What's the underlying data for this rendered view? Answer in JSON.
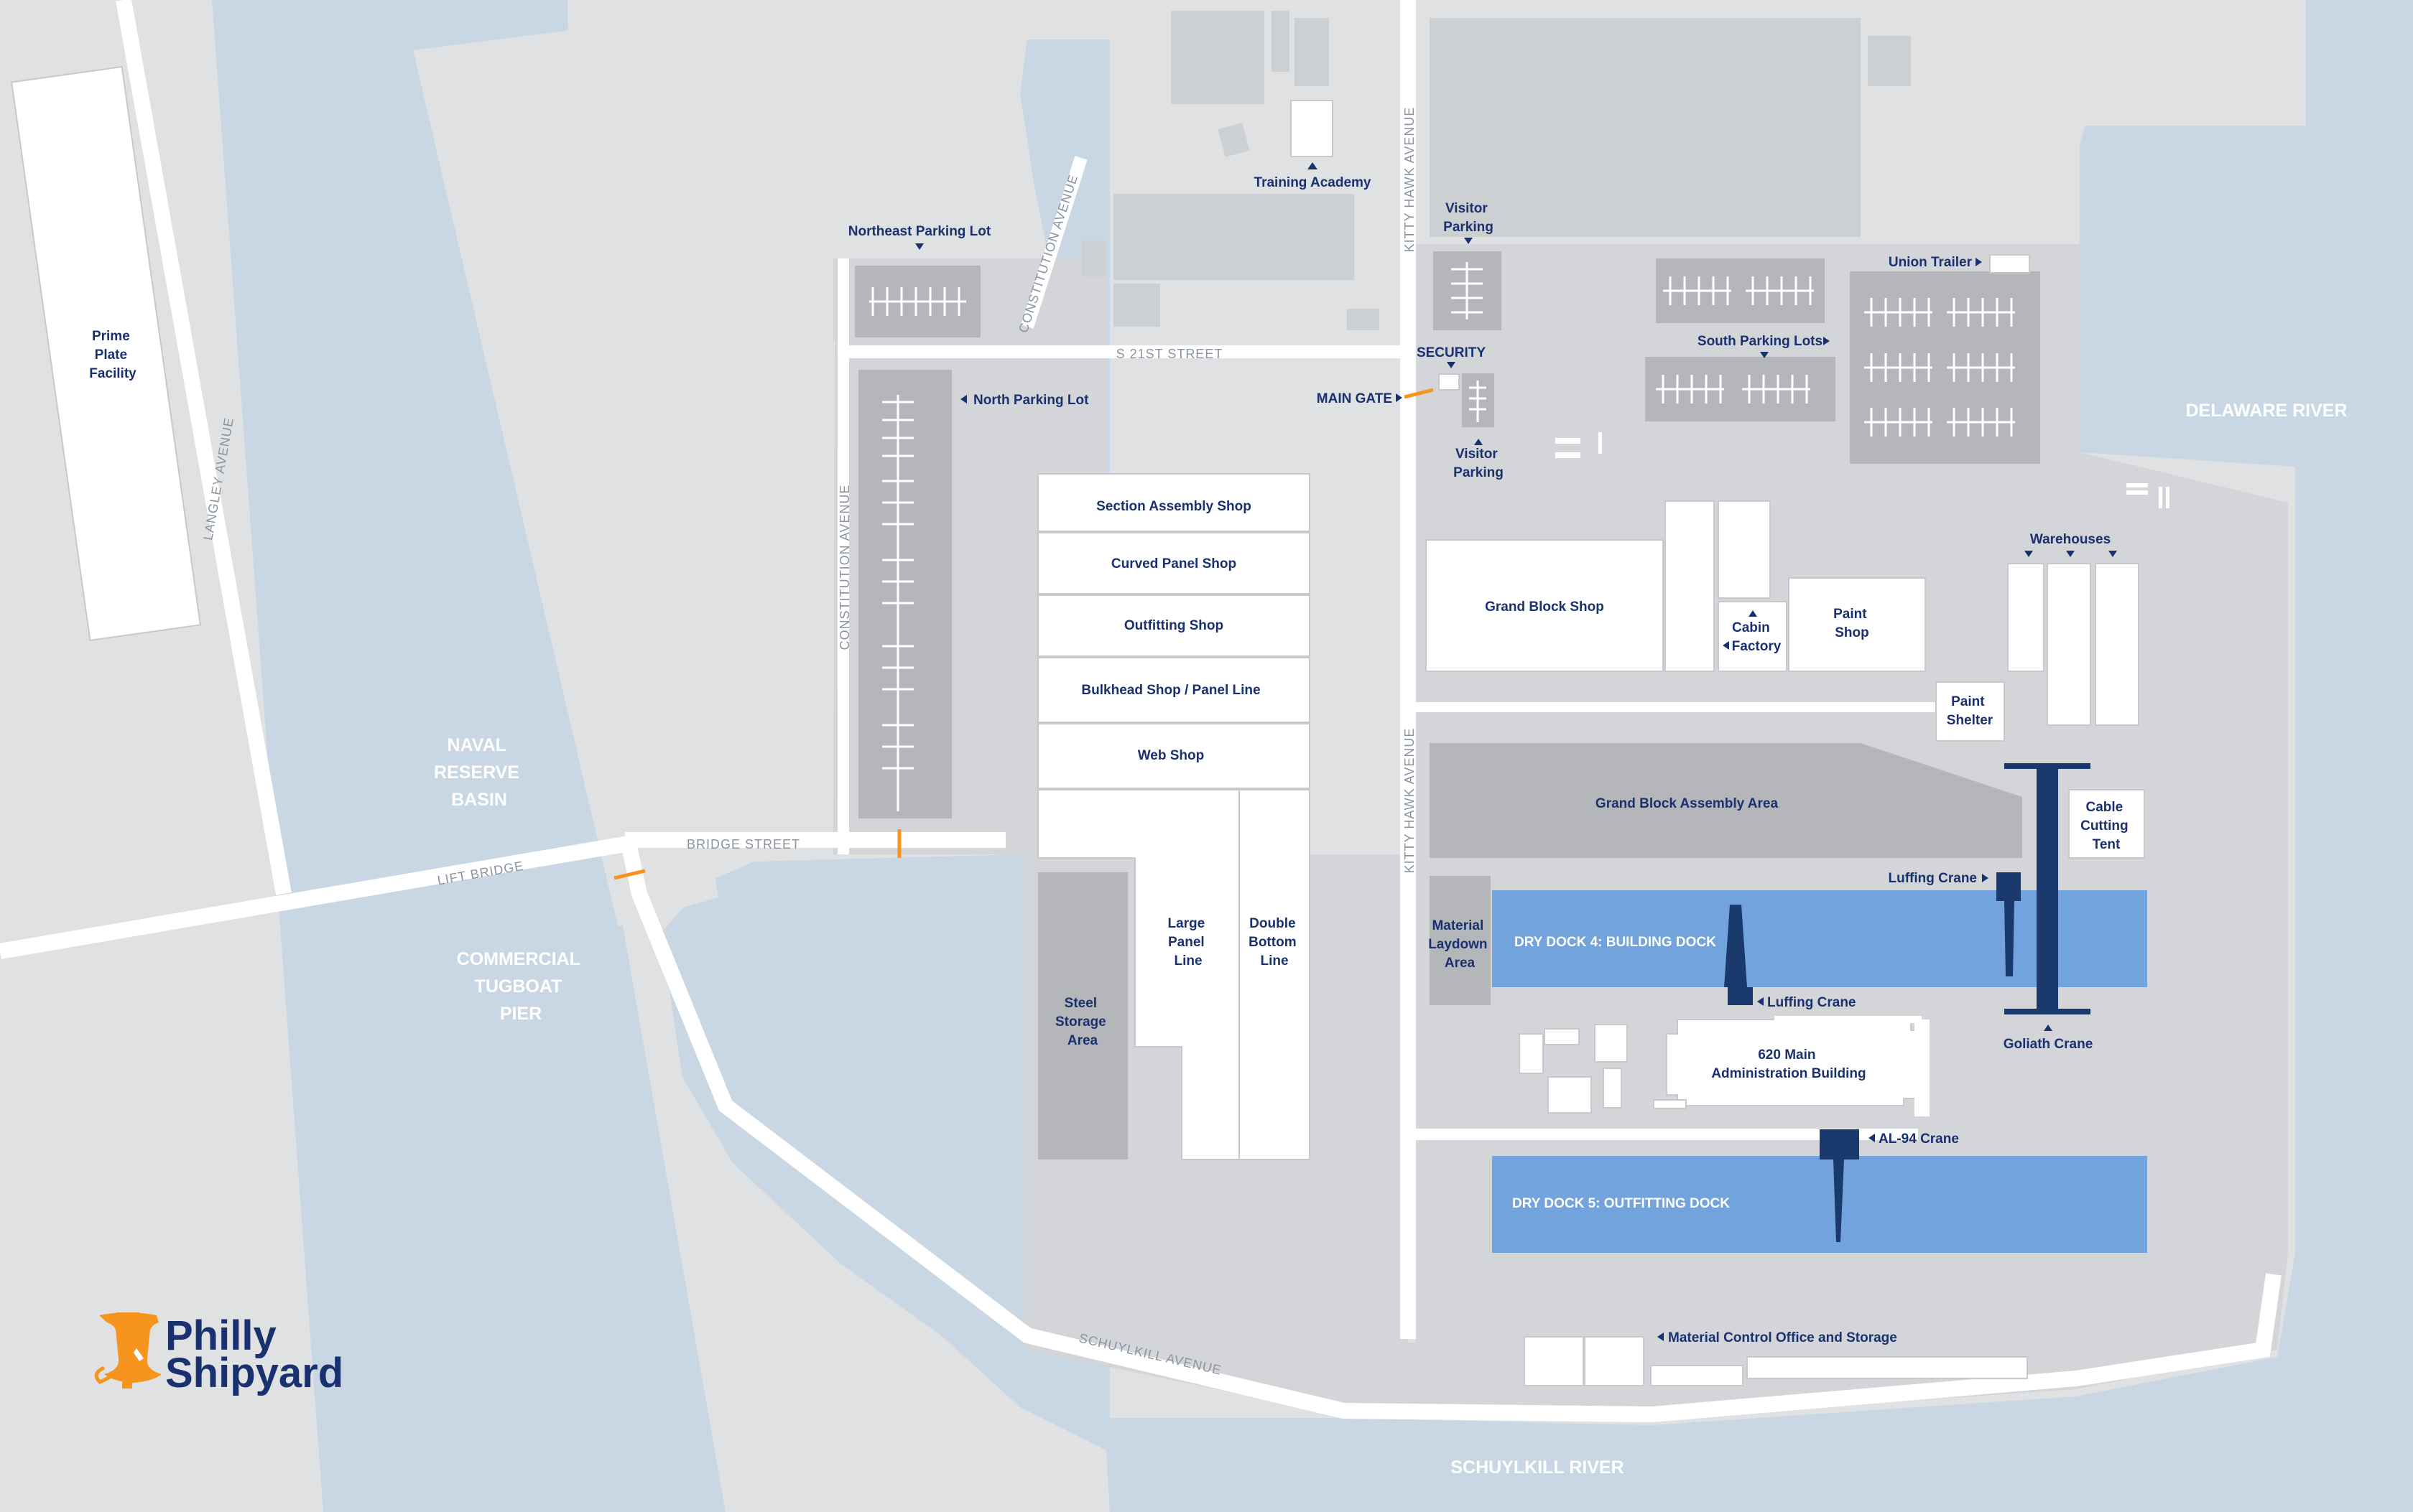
{
  "logo": {
    "line1": "Philly",
    "line2": "Shipyard",
    "icon": "liberty-bell-icon",
    "icon_color": "#f7941d"
  },
  "colors": {
    "water": "#c9d7e4",
    "land": "#dfe1e3",
    "site": "#d3d5d8",
    "dry_dock": "#72a3dc",
    "crane": "#1a3a6e",
    "text": "#1a3170",
    "gate": "#f7941d"
  },
  "water": {
    "delaware": "DELAWARE RIVER",
    "schuylkill": "SCHUYLKILL RIVER",
    "naval": [
      "NAVAL",
      "RESERVE",
      "BASIN"
    ],
    "tugboat": [
      "COMMERCIAL",
      "TUGBOAT",
      "PIER"
    ]
  },
  "streets": {
    "langley": "LANGLEY AVENUE",
    "constitution_north": "CONSTITUTION AVENUE",
    "constitution_west": "CONSTITUTION AVENUE",
    "s21st": "S 21ST STREET",
    "kitty_north": "KITTY HAWK AVENUE",
    "kitty_south": "KITTY HAWK AVENUE",
    "bridge": "BRIDGE STREET",
    "lift_bridge": "LIFT BRIDGE",
    "schuylkill_ave": "SCHUYLKILL AVENUE"
  },
  "labels": {
    "prime_plate": [
      "Prime",
      "Plate",
      "Facility"
    ],
    "training": "Training Academy",
    "northeast_parking": "Northeast Parking Lot",
    "visitor_parking_1": [
      "Visitor",
      "Parking"
    ],
    "visitor_parking_2": [
      "Visitor",
      "Parking"
    ],
    "security": "SECURITY",
    "main_gate": "MAIN GATE",
    "north_parking": "North Parking Lot",
    "union_trailer": "Union Trailer",
    "south_parking": "South Parking Lots",
    "section_assembly": "Section Assembly Shop",
    "curved_panel": "Curved Panel Shop",
    "outfitting_shop": "Outfitting Shop",
    "bulkhead": "Bulkhead Shop / Panel Line",
    "web_shop": "Web Shop",
    "steel_storage": [
      "Steel",
      "Storage",
      "Area"
    ],
    "large_panel": [
      "Large",
      "Panel",
      "Line"
    ],
    "double_bottom": [
      "Double",
      "Bottom",
      "Line"
    ],
    "grand_block_shop": "Grand Block Shop",
    "cabin_factory": [
      "Cabin",
      "Factory"
    ],
    "paint_shop": [
      "Paint",
      "Shop"
    ],
    "warehouses": "Warehouses",
    "paint_shelter": [
      "Paint",
      "Shelter"
    ],
    "cable_tent": [
      "Cable",
      "Cutting",
      "Tent"
    ],
    "grand_block_area": "Grand Block Assembly Area",
    "material_laydown": [
      "Material",
      "Laydown",
      "Area"
    ],
    "dry_dock_4": "DRY DOCK 4: BUILDING DOCK",
    "luffing_crane_1": "Luffing Crane",
    "luffing_crane_2": "Luffing Crane",
    "goliath_crane": "Goliath Crane",
    "admin": [
      "620 Main",
      "Administration Building"
    ],
    "al94": "AL-94 Crane",
    "dry_dock_5": "DRY DOCK 5: OUTFITTING DOCK",
    "material_control": "Material Control Office and Storage"
  }
}
